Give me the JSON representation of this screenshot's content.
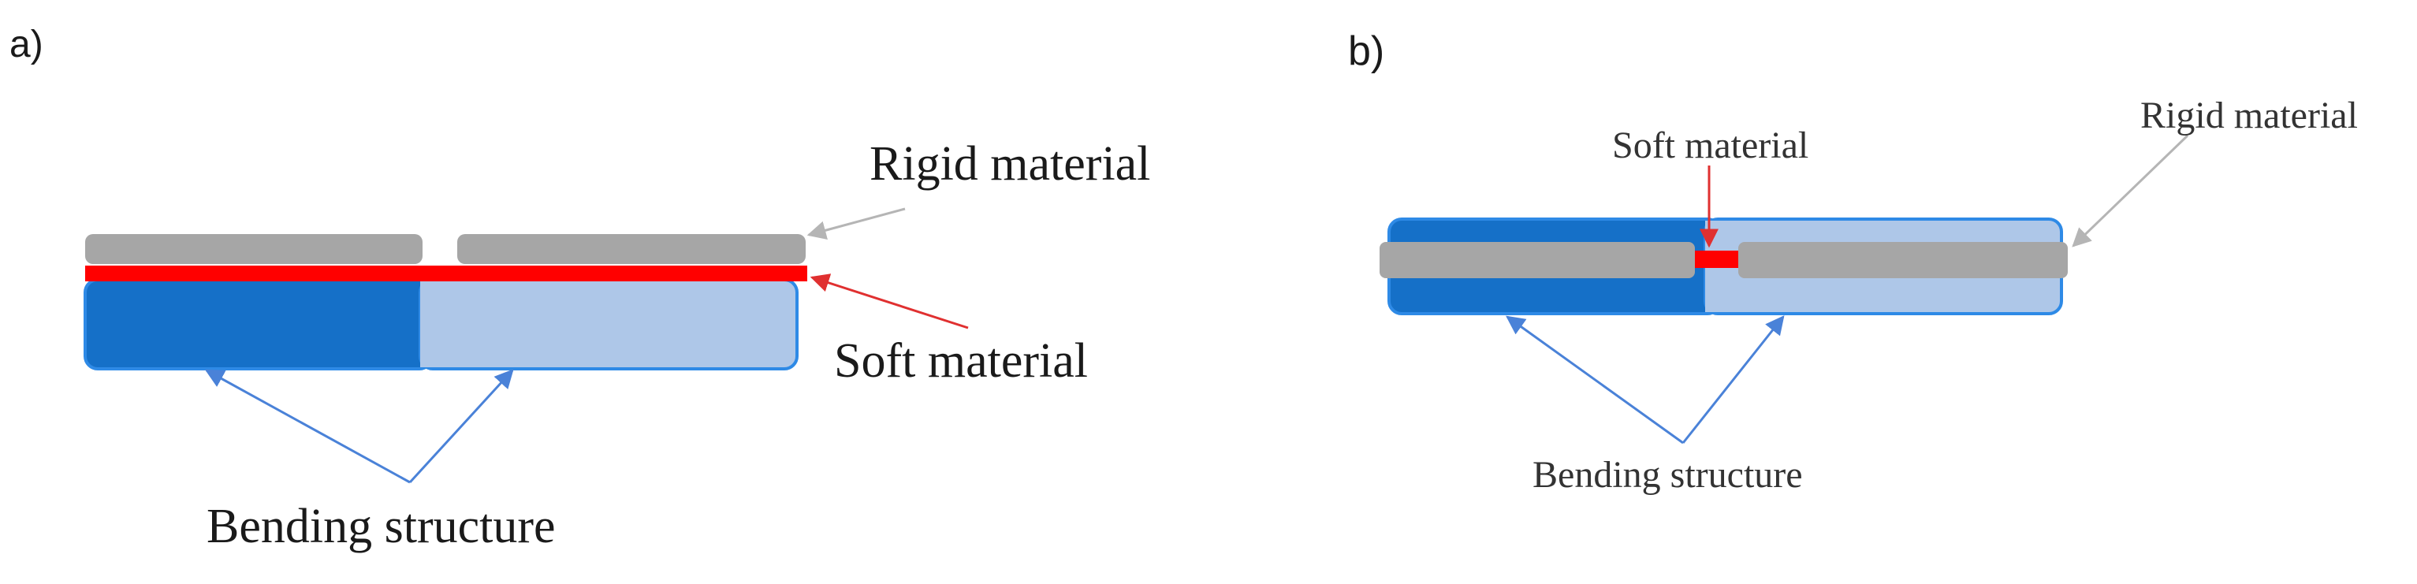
{
  "panels": [
    {
      "id": "a",
      "label": "a)",
      "rigid_label": "Rigid material",
      "soft_label": "Soft material",
      "bending_label": "Bending structure"
    },
    {
      "id": "b",
      "label": "b)",
      "rigid_label": "Rigid material",
      "soft_label": "Soft material",
      "bending_label": "Bending structure"
    }
  ],
  "colors": {
    "rigid": "#a6a6a6",
    "soft": "#ff0000",
    "bending_dark": "#1570c8",
    "bending_light": "#aec7e8",
    "bending_border": "#2e8ae6",
    "rigid_pointer": "#b5b5b5",
    "soft_pointer": "#e03030",
    "bending_pointer": "#4a82d8"
  }
}
